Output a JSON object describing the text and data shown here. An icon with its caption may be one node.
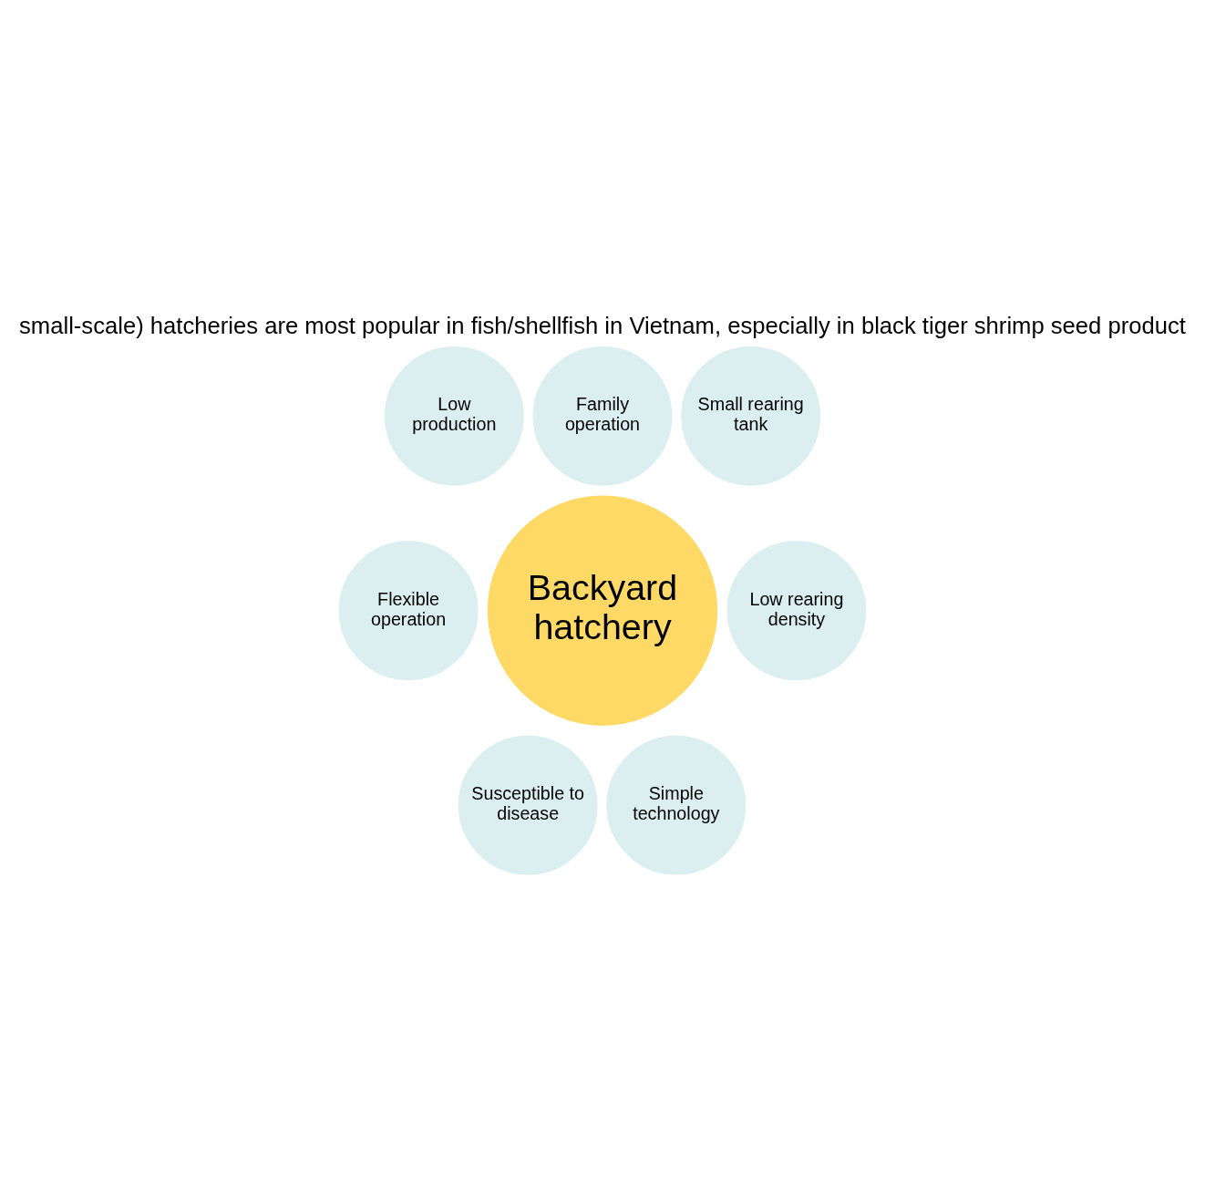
{
  "diagram": {
    "title": "small-scale) hatcheries are most popular in fish/shellfish in Vietnam, especially in black tiger shrimp seed product",
    "nodes": [
      {
        "text": [
          "Backyard hatchery"
        ]
      },
      {
        "text": [
          "Family operation"
        ]
      },
      {
        "text": [
          "Low production"
        ]
      },
      {
        "text": [
          "Small rearing tank"
        ]
      },
      {
        "text": [
          "Flexible operation"
        ]
      },
      {
        "text": [
          "Low rearing density"
        ]
      },
      {
        "text": [
          "Susceptible to disease"
        ]
      },
      {
        "text": [
          "Simple technology"
        ]
      }
    ],
    "edges": []
  }
}
